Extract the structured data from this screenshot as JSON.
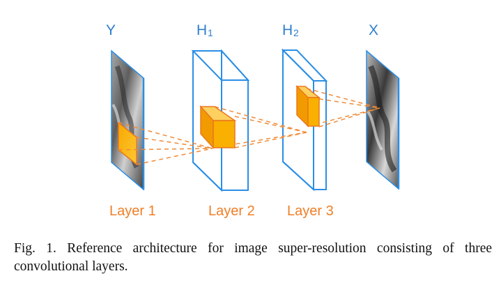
{
  "diagram": {
    "labels": {
      "y": "Y",
      "h1_base": "H",
      "h1_sub": "1",
      "h2_base": "H",
      "h2_sub": "2",
      "x": "X"
    },
    "layers": [
      "Layer 1",
      "Layer 2",
      "Layer 3"
    ],
    "colors": {
      "label_blue": "#2f7fce",
      "frame_blue": "#2a8ee6",
      "layer_orange": "#f07e26",
      "cube_front": "#f9b000",
      "cube_top": "#fdd060",
      "cube_side": "#f29b00",
      "cube_edge": "#e9781c",
      "dash": "#f08a36"
    }
  },
  "caption": "Fig. 1. Reference architecture for image super-resolution consisting of three convolutional layers."
}
